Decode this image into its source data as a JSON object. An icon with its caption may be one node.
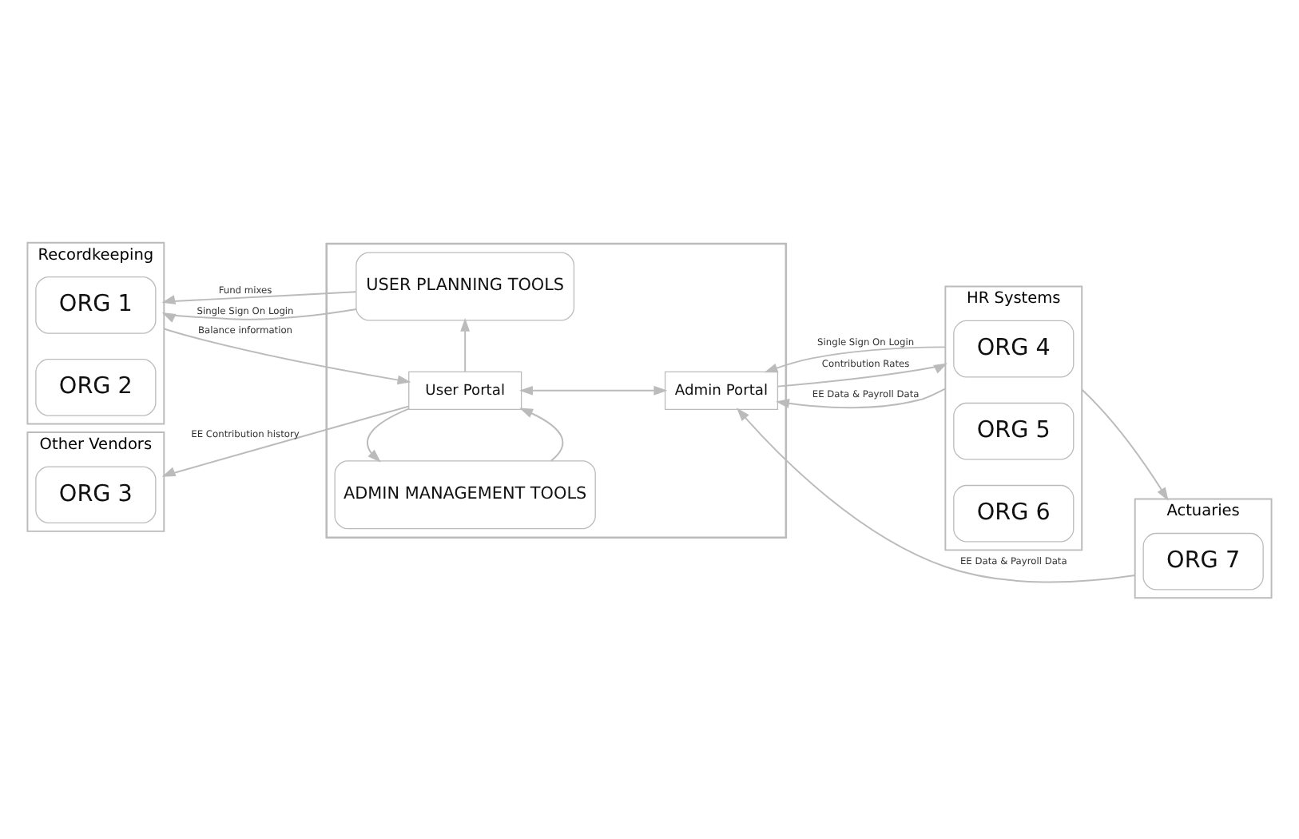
{
  "diagram": {
    "nodes": [
      {
        "text": [
          "Recordkeeping"
        ]
      },
      {
        "text": [
          "ORG 1"
        ],
        "in": 0
      },
      {
        "text": [
          "ORG 2"
        ],
        "in": 0
      },
      {
        "text": [
          "Other Vendors"
        ]
      },
      {
        "text": [
          "ORG 3"
        ],
        "in": 3
      },
      {
        "text": [],
        "shape": "box"
      },
      {
        "text": [
          "USER PLANNING TOOLS"
        ],
        "in": 5
      },
      {
        "text": [
          "User Portal"
        ],
        "in": 5
      },
      {
        "text": [
          "Admin Portal"
        ],
        "in": 5
      },
      {
        "text": [
          "ADMIN MANAGEMENT TOOLS"
        ],
        "in": 5
      },
      {
        "text": [
          "HR Systems"
        ]
      },
      {
        "text": [
          "ORG 4"
        ],
        "in": 10
      },
      {
        "text": [
          "ORG 5"
        ],
        "in": 10
      },
      {
        "text": [
          "ORG 6"
        ],
        "in": 10
      },
      {
        "text": [
          "Actuaries"
        ]
      },
      {
        "text": [
          "ORG 7"
        ],
        "in": 14
      }
    ],
    "edges": [
      {
        "from": 6,
        "to": 0,
        "arrow": "to",
        "label": "Fund mixes"
      },
      {
        "from": 6,
        "to": 0,
        "arrow": "to",
        "label": "Single Sign On Login"
      },
      {
        "from": 0,
        "to": 7,
        "arrow": "to",
        "label": "Balance information"
      },
      {
        "from": 7,
        "to": 3,
        "arrow": "to",
        "label": "EE Contribution history"
      },
      {
        "from": 7,
        "to": 8,
        "arrow": "both"
      },
      {
        "from": 7,
        "to": 6,
        "arrow": "to"
      },
      {
        "from": 9,
        "to": 7,
        "arrow": "to"
      },
      {
        "from": 7,
        "to": 9,
        "arrow": "to"
      },
      {
        "from": 10,
        "to": 8,
        "arrow": "to",
        "label": "Single Sign On Login"
      },
      {
        "from": 8,
        "to": 10,
        "arrow": "to",
        "label": "Contribution Rates"
      },
      {
        "from": 10,
        "to": 8,
        "arrow": "to",
        "label": "EE Data & Payroll Data"
      },
      {
        "from": 10,
        "to": 14,
        "arrow": "to"
      },
      {
        "from": 14,
        "to": 8,
        "arrow": "to",
        "label": "EE Data & Payroll Data"
      }
    ]
  }
}
